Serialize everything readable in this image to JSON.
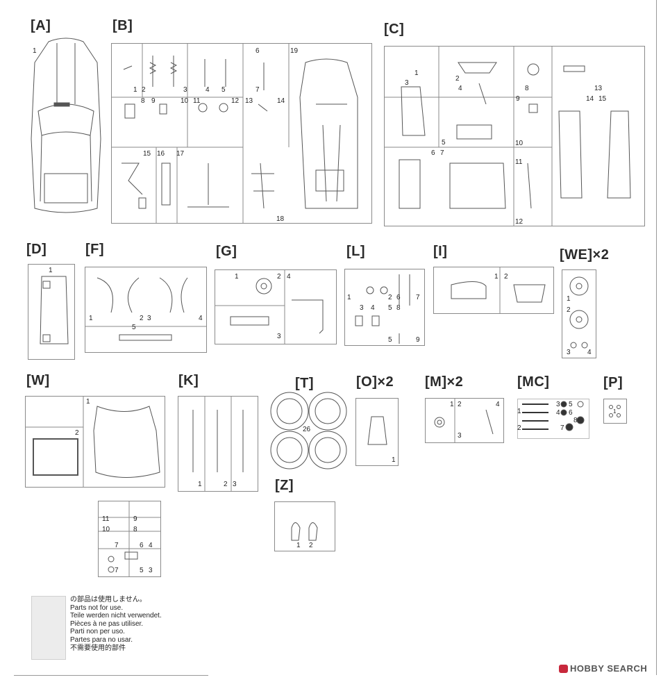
{
  "labels": {
    "A": "[A]",
    "B": "[B]",
    "C": "[C]",
    "D": "[D]",
    "F": "[F]",
    "G": "[G]",
    "L": "[L]",
    "I": "[I]",
    "WE": "[WE]×2",
    "W": "[W]",
    "K": "[K]",
    "T": "[T]",
    "O": "[O]×2",
    "M": "[M]×2",
    "MC": "[MC]",
    "P": "[P]",
    "Z": "[Z]"
  },
  "numbers": {
    "a": [
      "1"
    ],
    "b": [
      "1",
      "2",
      "3",
      "4",
      "5",
      "6",
      "7",
      "8",
      "9",
      "10",
      "11",
      "12",
      "13",
      "14",
      "15",
      "16",
      "17",
      "18",
      "19"
    ],
    "c": [
      "1",
      "2",
      "3",
      "4",
      "5",
      "6",
      "7",
      "8",
      "9",
      "10",
      "11",
      "12",
      "13",
      "14",
      "15"
    ],
    "d": [
      "1"
    ],
    "f": [
      "1",
      "2",
      "3",
      "4",
      "5"
    ],
    "g": [
      "1",
      "2",
      "3",
      "4"
    ],
    "l": [
      "1",
      "2",
      "3",
      "4",
      "5",
      "5",
      "6",
      "7",
      "8",
      "9"
    ],
    "i": [
      "1",
      "2"
    ],
    "we": [
      "1",
      "2",
      "3",
      "4"
    ],
    "w": [
      "1",
      "2",
      "11",
      "9",
      "10",
      "8",
      "7",
      "6",
      "4",
      "7",
      "5",
      "3"
    ],
    "k": [
      "1",
      "2",
      "3"
    ],
    "t": [
      "26"
    ],
    "o": [
      "1"
    ],
    "m": [
      "1",
      "2",
      "3",
      "4"
    ],
    "mc": [
      "3",
      "5",
      "1",
      "4",
      "6",
      "8",
      "2",
      "7"
    ],
    "p": [
      "1"
    ],
    "z": [
      "1",
      "2"
    ]
  },
  "legend": [
    "の部品は使用しません。",
    "Parts not for use.",
    "Teile werden nicht verwendet.",
    "Pièces à ne pas utiliser.",
    "Parti non per uso.",
    "Partes para no usar.",
    "不需要使用的部件"
  ],
  "watermark": "HOBBY SEARCH"
}
